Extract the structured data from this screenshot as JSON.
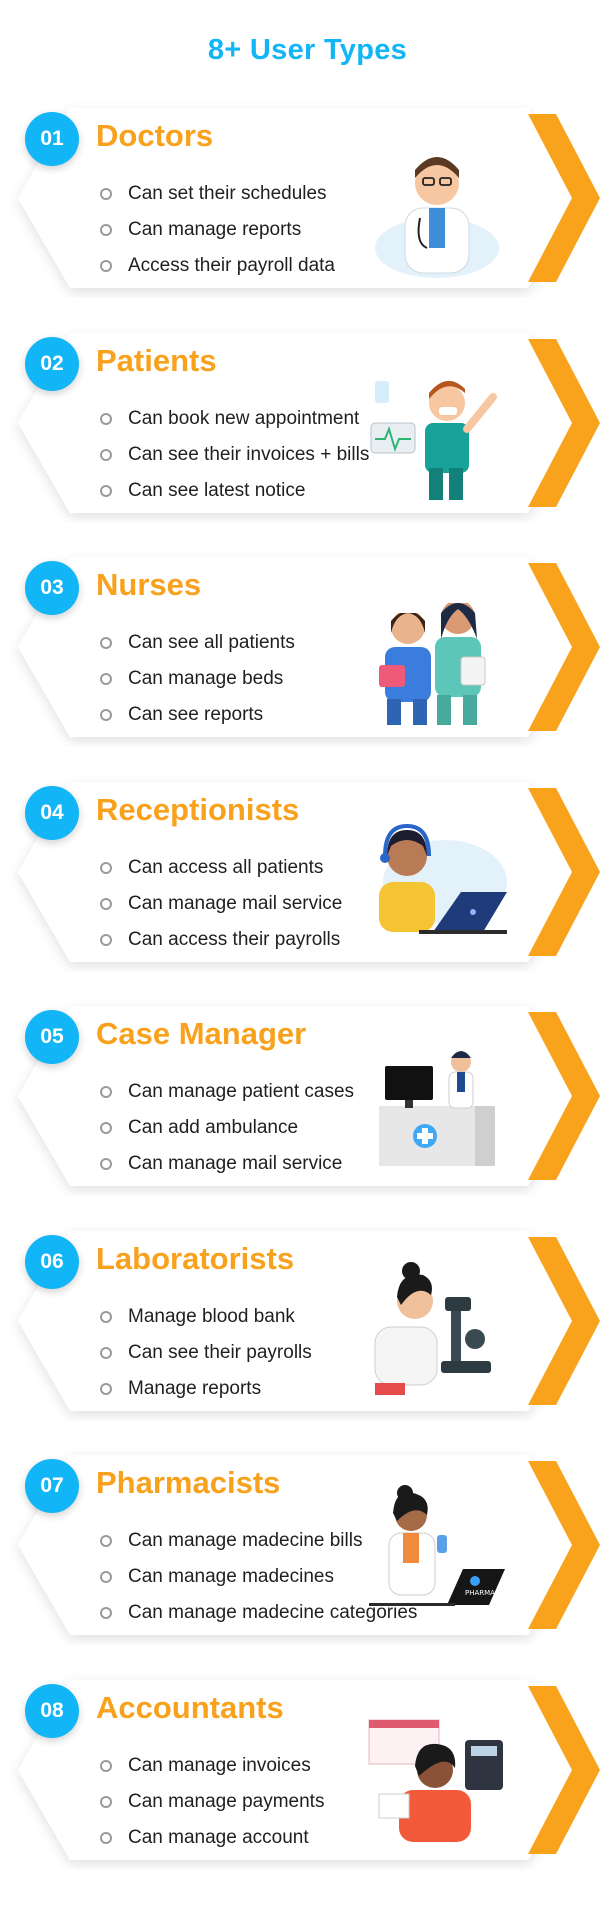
{
  "page": {
    "title": "8+ User Types"
  },
  "colors": {
    "accent_blue": "#12b5f5",
    "accent_orange": "#f8a11c",
    "chevron": "#f9a21b",
    "text": "#1f1f1f"
  },
  "cards": [
    {
      "number": "01",
      "title": "Doctors",
      "illustration": "doctor-illustration",
      "features": [
        "Can set their schedules",
        "Can manage reports",
        "Access their payroll data"
      ]
    },
    {
      "number": "02",
      "title": "Patients",
      "illustration": "patient-illustration",
      "features": [
        "Can book new appointment",
        "Can see their invoices + bills",
        "Can see latest notice"
      ]
    },
    {
      "number": "03",
      "title": "Nurses",
      "illustration": "nurses-illustration",
      "features": [
        "Can see all patients",
        "Can manage beds",
        "Can see reports"
      ]
    },
    {
      "number": "04",
      "title": "Receptionists",
      "illustration": "receptionist-illustration",
      "features": [
        "Can access all patients",
        "Can manage mail service",
        "Can access their payrolls"
      ]
    },
    {
      "number": "05",
      "title": "Case Manager",
      "illustration": "case-manager-illustration",
      "features": [
        "Can manage patient cases",
        "Can add ambulance",
        "Can manage mail service"
      ]
    },
    {
      "number": "06",
      "title": "Laboratorists",
      "illustration": "laboratorist-illustration",
      "features": [
        "Manage blood bank",
        "Can see their payrolls",
        "Manage reports"
      ]
    },
    {
      "number": "07",
      "title": "Pharmacists",
      "illustration": "pharmacist-illustration",
      "features": [
        "Can manage madecine bills",
        "Can manage madecines",
        "Can manage madecine categories"
      ]
    },
    {
      "number": "08",
      "title": "Accountants",
      "illustration": "accountant-illustration",
      "features": [
        "Can manage invoices",
        "Can manage payments",
        "Can manage account"
      ]
    }
  ],
  "illustration_labels": {
    "pharmacy_sign": "PHARMACY"
  }
}
